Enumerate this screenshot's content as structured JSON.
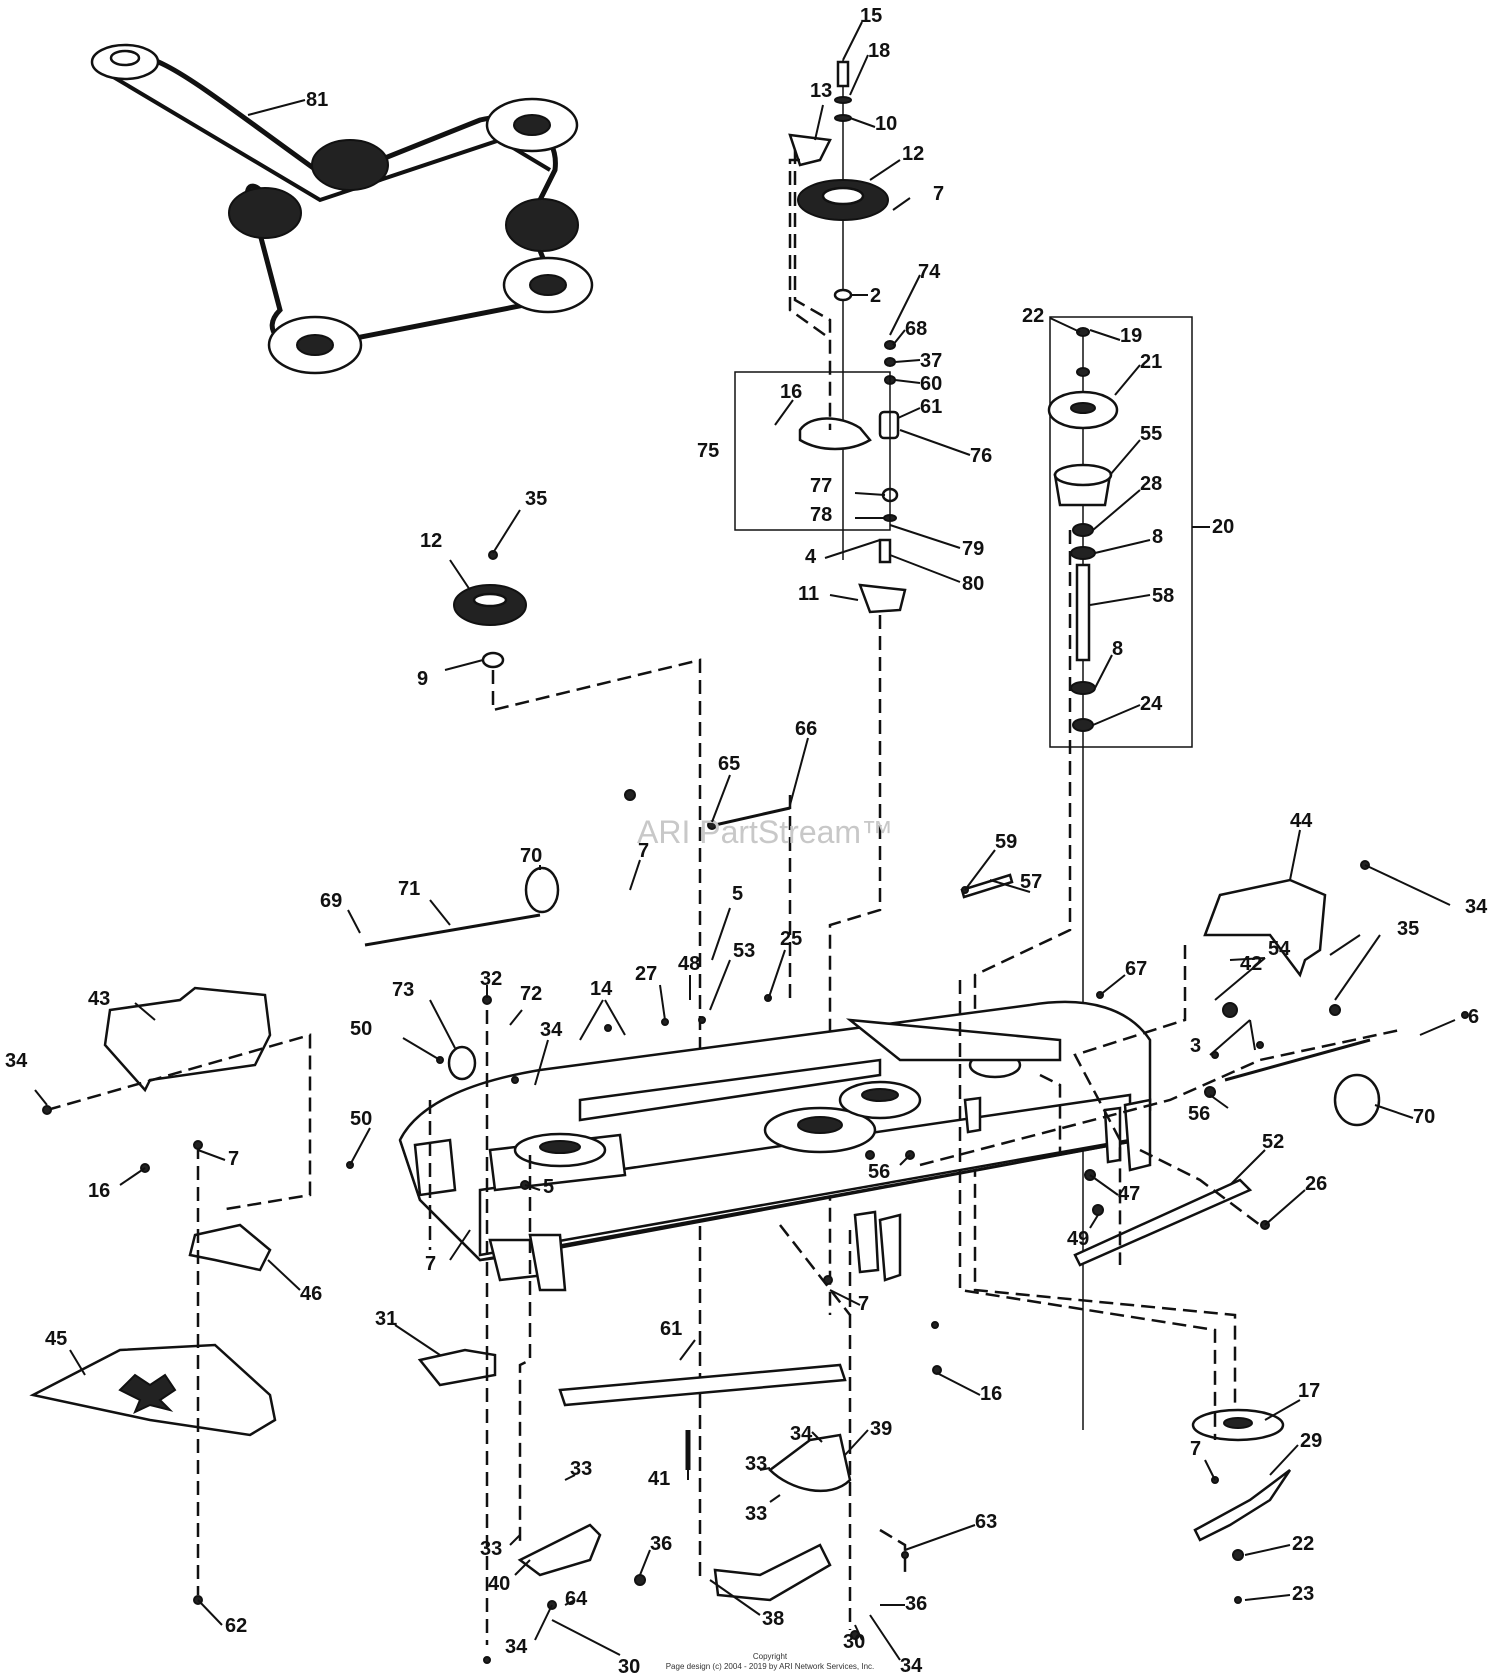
{
  "watermark": "ARI PartStream™",
  "copyright": {
    "line1": "Copyright",
    "line2": "Page design (c) 2004 - 2019 by ARI Network Services, Inc."
  },
  "labels": [
    "81",
    "15",
    "18",
    "13",
    "10",
    "12",
    "7",
    "2",
    "74",
    "68",
    "37",
    "60",
    "61",
    "16",
    "75",
    "76",
    "77",
    "78",
    "4",
    "79",
    "80",
    "11",
    "22",
    "19",
    "21",
    "55",
    "28",
    "8",
    "20",
    "58",
    "8",
    "24",
    "35",
    "12",
    "9",
    "65",
    "66",
    "59",
    "57",
    "44",
    "34",
    "70",
    "7",
    "69",
    "71",
    "5",
    "53",
    "25",
    "48",
    "27",
    "14",
    "67",
    "54",
    "35",
    "42",
    "3",
    "56",
    "6",
    "70",
    "43",
    "34",
    "73",
    "50",
    "32",
    "72",
    "34",
    "50",
    "7",
    "16",
    "5",
    "7",
    "56",
    "47",
    "52",
    "26",
    "49",
    "46",
    "45",
    "31",
    "61",
    "7",
    "16",
    "17",
    "7",
    "29",
    "22",
    "23",
    "34",
    "39",
    "33",
    "33",
    "63",
    "33",
    "33",
    "40",
    "36",
    "41",
    "34",
    "64",
    "30",
    "38",
    "30",
    "36",
    "34",
    "62"
  ]
}
